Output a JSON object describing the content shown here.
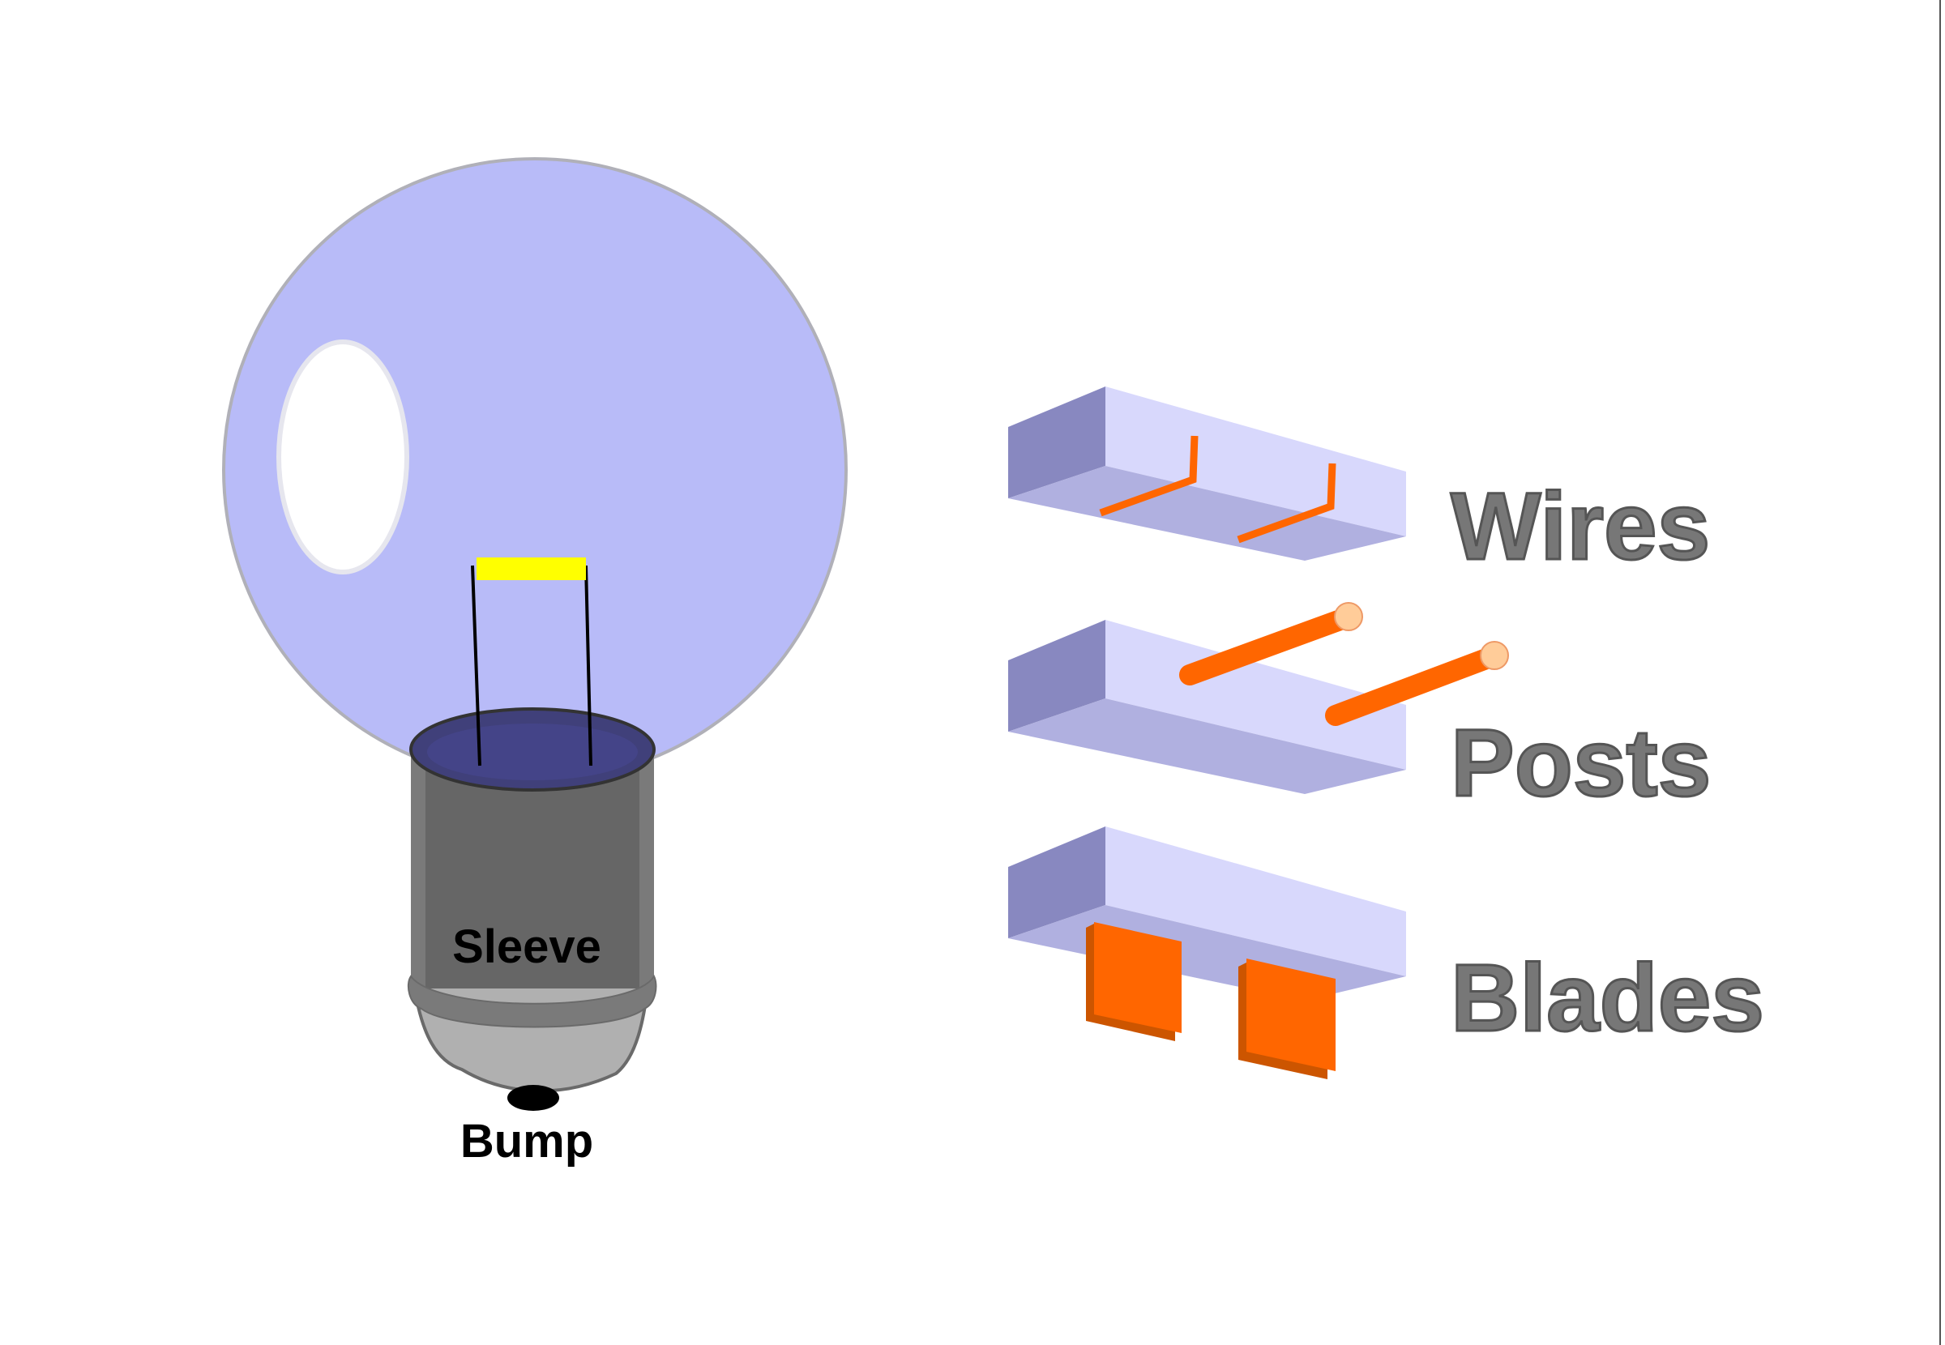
{
  "labels": {
    "sleeve": "Sleeve",
    "bump": "Bump",
    "wires": "Wires",
    "posts": "Posts",
    "blades": "Blades"
  },
  "colors": {
    "glass": "#b8bbf8",
    "glass_outline": "#b0b0b8",
    "highlight": "#ffffff",
    "filament": "#ffff00",
    "sleeve_dark": "#666666",
    "sleeve_rim": "#404080",
    "base_light": "#b0b0b0",
    "contact": "#ff6600",
    "contact_tip": "#ffcc99",
    "block_top": "#d8d8fc",
    "block_side": "#8888c0",
    "block_bottom": "#b0b0e0",
    "type_text": "#777777"
  },
  "icons": {
    "bulb": "light-bulb-icon",
    "bump": "bump-contact-icon"
  }
}
